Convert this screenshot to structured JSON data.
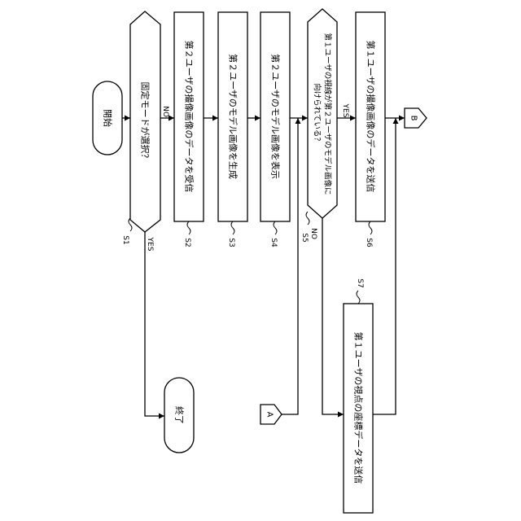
{
  "start": "開始",
  "end": "終了",
  "connector_a": "A",
  "connector_b": "B",
  "steps": {
    "s1": {
      "id": "S1",
      "text": "固定モードが選択？"
    },
    "s2": {
      "id": "S2",
      "text": "第２ユーザの撮像画像のデータを受信"
    },
    "s3": {
      "id": "S3",
      "text": "第２ユーザのモデル画像を生成"
    },
    "s4": {
      "id": "S4",
      "text": "第２ユーザのモデル画像を表示"
    },
    "s5": {
      "id": "S5",
      "line1": "第１ユーザの視線が第２ユーザのモデル画像に",
      "line2": "向けられている？"
    },
    "s6": {
      "id": "S6",
      "text": "第１ユーザの撮像画像のデータを送信"
    },
    "s7": {
      "id": "S7",
      "text": "第１ユーザの視点の座標データを送信"
    }
  },
  "labels": {
    "yes": "YES",
    "no": "NO"
  }
}
